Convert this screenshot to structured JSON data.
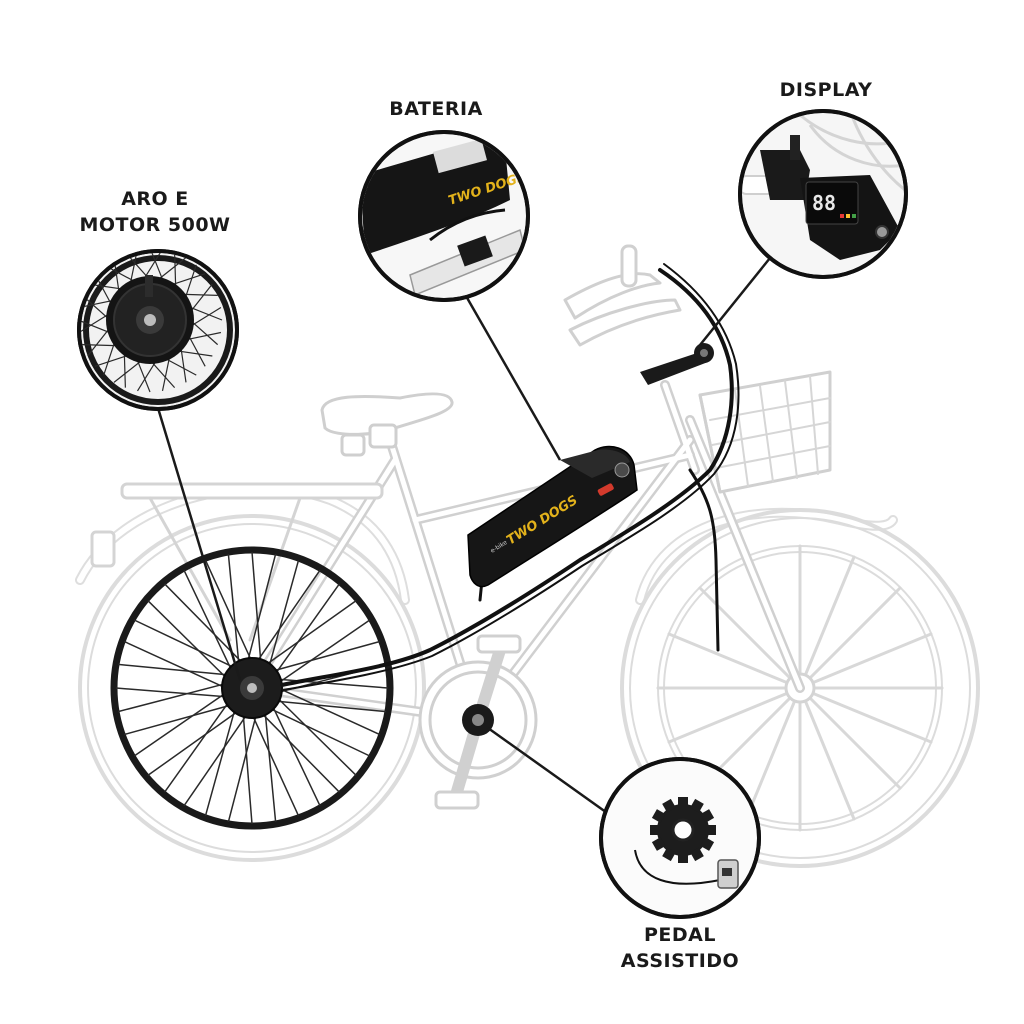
{
  "callouts": {
    "bateria": {
      "label": "BATERIA"
    },
    "display": {
      "label": "DISPLAY"
    },
    "aro_motor": {
      "line1": "ARO E",
      "line2": "MOTOR 500W"
    },
    "pedal": {
      "line1": "PEDAL",
      "line2": "ASSISTIDO"
    }
  },
  "battery": {
    "brand_small": "e-bike",
    "brand": "TWO DOGS"
  },
  "display_screen": {
    "digits": "88"
  },
  "colors": {
    "outline": "#d9d9d9",
    "component": "#151515",
    "leader": "#1a1a1a",
    "brand": "#e3b21b",
    "accent_red": "#d33a2c"
  }
}
